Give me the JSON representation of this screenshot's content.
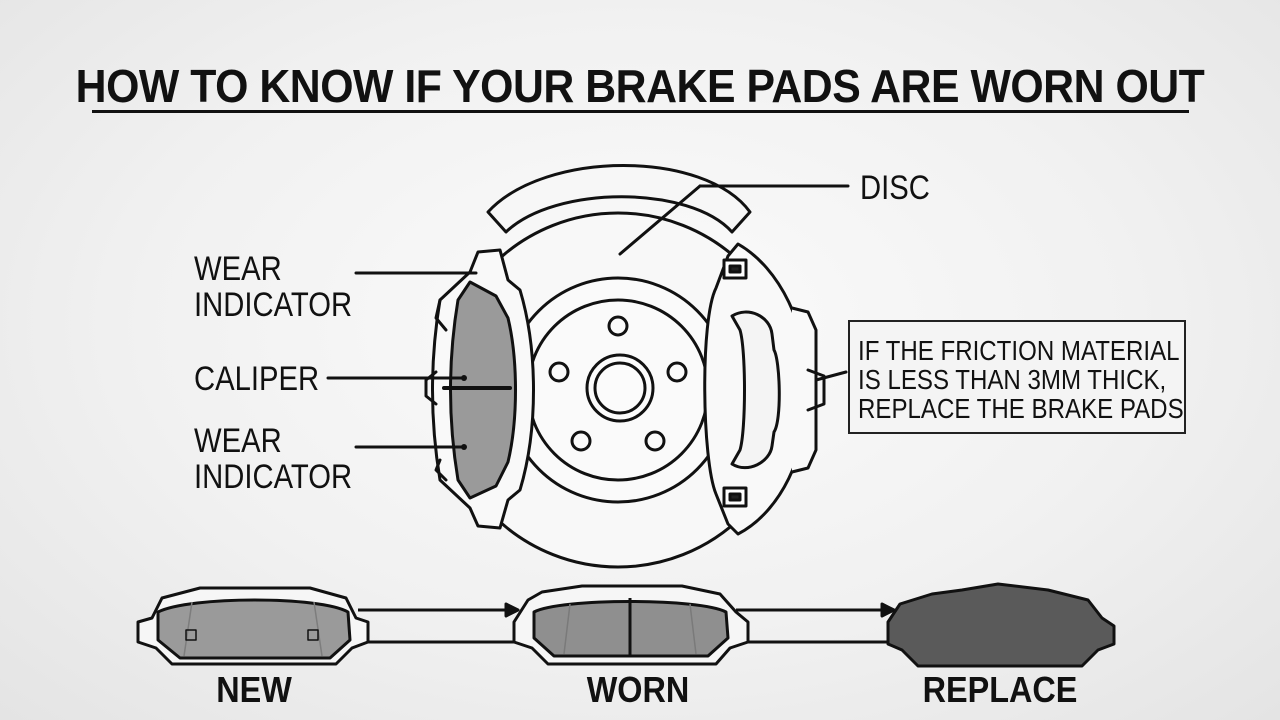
{
  "title": "HOW TO KNOW IF YOUR BRAKE PADS ARE WORN OUT",
  "labels": {
    "disc": "DISC",
    "wear_indicator_top": "WEAR\nINDICATOR",
    "caliper": "CALIPER",
    "wear_indicator_bottom": "WEAR\nINDICATOR"
  },
  "note": {
    "line1": "IF THE FRICTION MATERIAL",
    "line2": "IS LESS THAN 3MM THICK,",
    "line3": "REPLACE THE BRAKE PADS"
  },
  "stages": [
    {
      "label": "NEW"
    },
    {
      "label": "WORN"
    },
    {
      "label": "REPLACE"
    }
  ],
  "colors": {
    "line": "#111111",
    "pad_new": "#9a9a9a",
    "pad_worn": "#8f8f8f",
    "pad_replace": "#5a5a5a",
    "lining": "#8a8a8a"
  }
}
